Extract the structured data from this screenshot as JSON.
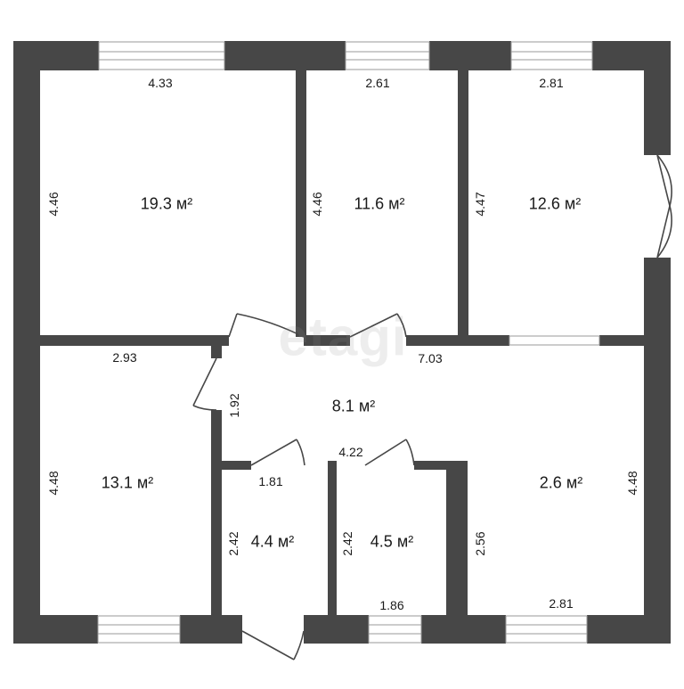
{
  "colors": {
    "wall": "#474747",
    "window_line": "#9a9a9a",
    "text": "#1a1a1a"
  },
  "watermark": "etagi",
  "rooms": [
    {
      "name": "room-living-area",
      "area": "19.3 м²"
    },
    {
      "name": "room-bedroom-middle-area",
      "area": "11.6 м²"
    },
    {
      "name": "room-bedroom-right-area",
      "area": "12.6 м²"
    },
    {
      "name": "room-hall-area",
      "area": "8.1 м²"
    },
    {
      "name": "room-left-area",
      "area": "13.1 м²"
    },
    {
      "name": "room-bath-1-area",
      "area": "4.4 м²"
    },
    {
      "name": "room-bath-2-area",
      "area": "4.5 м²"
    },
    {
      "name": "room-kitchen-area",
      "area": "2.6 м²"
    }
  ],
  "dimensions": {
    "living_width": "4.33",
    "living_height": "4.46",
    "middle_width": "2.61",
    "middle_height": "4.46",
    "right_width": "2.81",
    "right_height": "4.47",
    "left_top_width": "2.93",
    "hall_width": "7.03",
    "hall_height": "1.92",
    "left_height": "4.48",
    "bath1_width": "1.81",
    "corridor_width": "4.22",
    "bath1_height": "2.42",
    "bath2_height": "2.42",
    "bath2_width": "1.86",
    "kitchen_inner_height": "2.56",
    "kitchen_width": "2.81",
    "kitchen_height": "4.48"
  }
}
